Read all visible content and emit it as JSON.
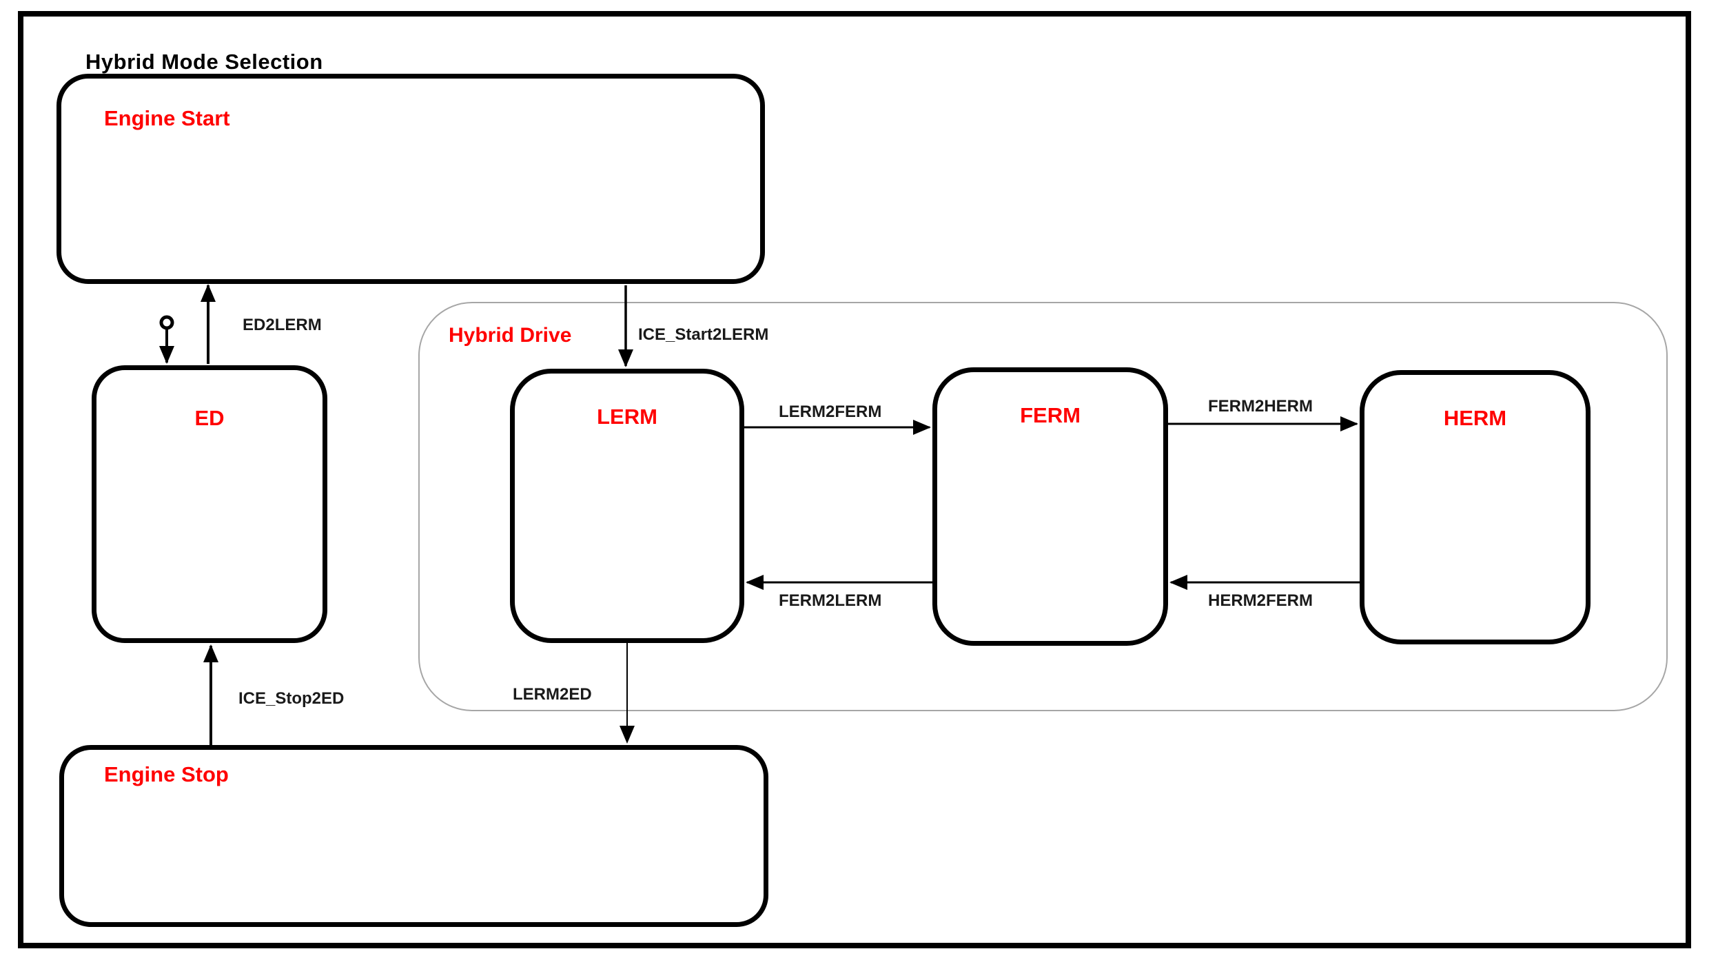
{
  "diagram": {
    "title": "Hybrid Mode Selection",
    "colors": {
      "state_label": "#ff0000",
      "line": "#000000",
      "group_border": "#a6a6a6",
      "background": "#ffffff"
    },
    "states": {
      "engine_start": {
        "label": "Engine Start"
      },
      "ed": {
        "label": "ED"
      },
      "engine_stop": {
        "label": "Engine Stop"
      },
      "hybrid_drive": {
        "label": "Hybrid Drive"
      },
      "lerm": {
        "label": "LERM"
      },
      "ferm": {
        "label": "FERM"
      },
      "herm": {
        "label": "HERM"
      }
    },
    "transitions": {
      "ed2lerm": {
        "label": "ED2LERM",
        "from": "ED",
        "to": "Engine Start"
      },
      "ice_start2lerm": {
        "label": "ICE_Start2LERM",
        "from": "Engine Start",
        "to": "LERM"
      },
      "lerm2ferm": {
        "label": "LERM2FERM",
        "from": "LERM",
        "to": "FERM"
      },
      "ferm2herm": {
        "label": "FERM2HERM",
        "from": "FERM",
        "to": "HERM"
      },
      "ferm2lerm": {
        "label": "FERM2LERM",
        "from": "FERM",
        "to": "LERM"
      },
      "herm2ferm": {
        "label": "HERM2FERM",
        "from": "HERM",
        "to": "FERM"
      },
      "lerm2ed": {
        "label": "LERM2ED",
        "from": "LERM",
        "to": "Engine Stop"
      },
      "ice_stop2ed": {
        "label": "ICE_Stop2ED",
        "from": "Engine Stop",
        "to": "ED"
      }
    }
  }
}
